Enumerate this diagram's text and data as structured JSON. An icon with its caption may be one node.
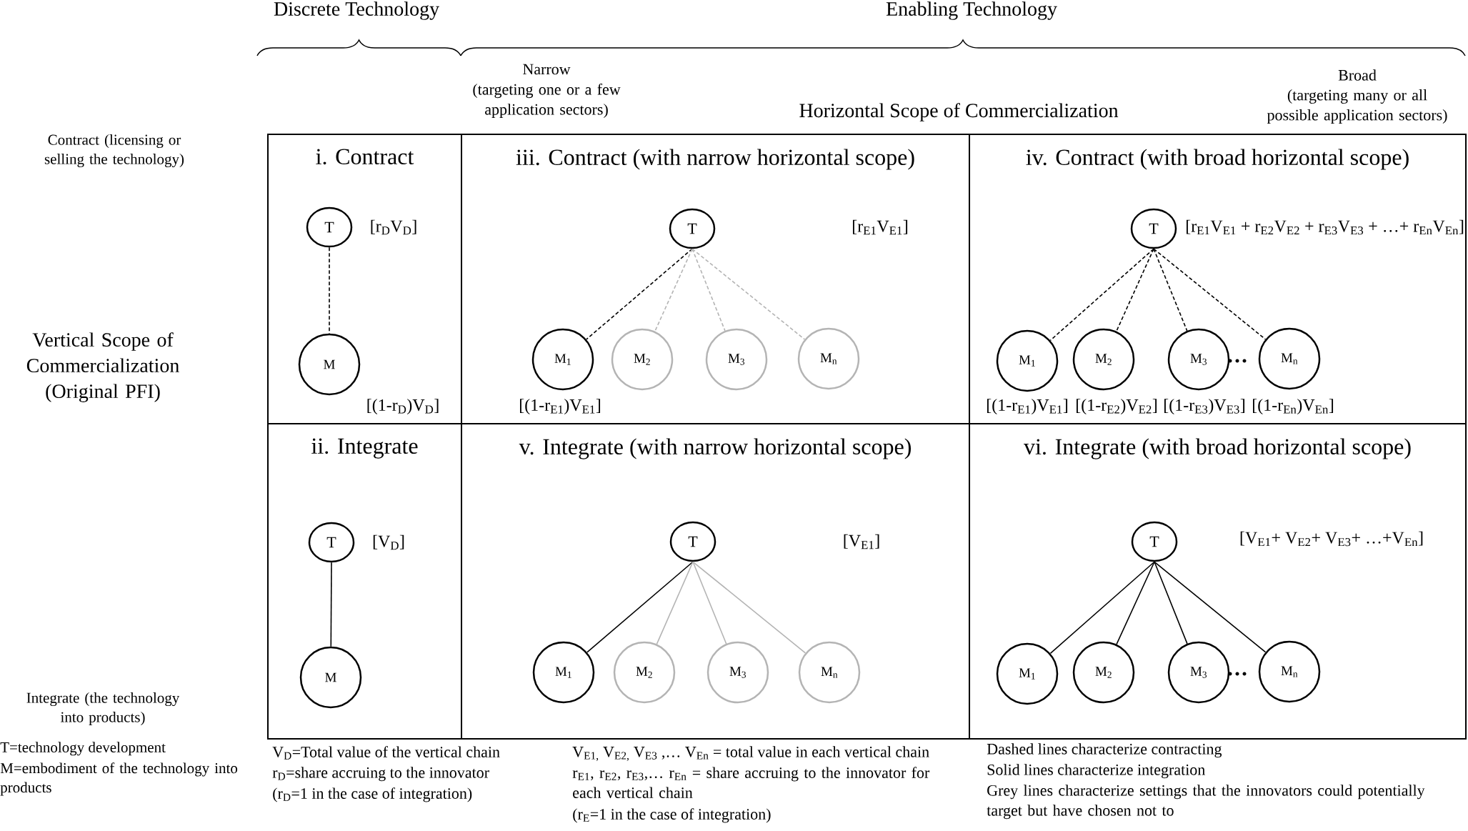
{
  "diagram": {
    "nodes": [
      {
        "text": [
          "i. Contract"
        ]
      },
      {
        "text": [
          "T"
        ],
        "in": 0,
        "beside": [
          "[r$_{D}$V$_{D}$]"
        ]
      },
      {
        "text": [
          "M"
        ],
        "in": 0,
        "beside": [
          "[(1-r$_{D}$)V$_{D}$]"
        ]
      },
      {
        "text": [
          "iii. Contract (with narrow horizontal scope)"
        ]
      },
      {
        "text": [
          "T"
        ],
        "in": 3
      },
      {
        "text": [
          "M$_{1}$"
        ],
        "in": 3,
        "beside": [
          "[(1-r$_{E1}$)V$_{E1}$]"
        ]
      },
      {
        "text": [
          "M$_{2}$"
        ],
        "in": 3
      },
      {
        "text": [
          "M$_{3}$"
        ],
        "in": 3
      },
      {
        "text": [
          "M$_{n}$"
        ],
        "in": 3
      },
      {
        "text": [
          "iv. Contract (with broad horizontal scope)"
        ]
      },
      {
        "text": [
          "T"
        ],
        "in": 9,
        "beside": [
          "[r$_{E1}$V$_{E1}$ + r$_{E2}$V$_{E2}$ + r$_{E3}$V$_{E3}$ + …+ r$_{En}$V$_{En}$]"
        ]
      },
      {
        "text": [
          "M$_{1}$"
        ],
        "in": 9,
        "beside": [
          "[(1-r$_{E1}$)V$_{E1}$]"
        ]
      },
      {
        "text": [
          "M$_{2}$"
        ],
        "in": 9,
        "beside": [
          "[(1-r$_{E2}$)V$_{E2}$]"
        ]
      },
      {
        "text": [
          "M$_{3}$"
        ],
        "in": 9,
        "beside": [
          "[(1-r$_{E3}$)V$_{E3}$]"
        ]
      },
      {
        "text": [
          "M$_{n}$"
        ],
        "in": 9,
        "beside": [
          "[(1-r$_{En}$)V$_{En}$]"
        ]
      },
      {
        "text": [
          "ii. Integrate"
        ]
      },
      {
        "text": [
          "T"
        ],
        "in": 15,
        "beside": [
          "[V$_{D}$]"
        ]
      },
      {
        "text": [
          "M"
        ],
        "in": 15
      },
      {
        "text": [
          "v. Integrate (with narrow horizontal scope)"
        ]
      },
      {
        "text": [
          "T"
        ],
        "in": 18
      },
      {
        "text": [
          "M$_{1}$"
        ],
        "in": 18
      },
      {
        "text": [
          "M$_{2}$"
        ],
        "in": 18
      },
      {
        "text": [
          "M$_{3}$"
        ],
        "in": 18
      },
      {
        "text": [
          "M$_{n}$"
        ],
        "in": 18
      },
      {
        "text": [
          "vi. Integrate (with broad horizontal scope)"
        ]
      },
      {
        "text": [
          "T"
        ],
        "in": 24,
        "beside": [
          "[V$_{E1}$+ V$_{E2}$+ V$_{E3}$+ …+V$_{En}$]"
        ]
      },
      {
        "text": [
          "M$_{1}$"
        ],
        "in": 24
      },
      {
        "text": [
          "M$_{2}$"
        ],
        "in": 24
      },
      {
        "text": [
          "M$_{3}$"
        ],
        "in": 24
      },
      {
        "text": [
          "M$_{n}$"
        ],
        "in": 24
      }
    ],
    "edges": [
      {
        "from": 1,
        "to": 2,
        "arrow": "none",
        "style": "dashed"
      },
      {
        "from": 4,
        "to": 5,
        "arrow": "none",
        "style": "dashed"
      },
      {
        "from": 4,
        "to": 6,
        "arrow": "none",
        "style": "dashed",
        "color": "#b4b4b4"
      },
      {
        "from": 4,
        "to": 7,
        "arrow": "none",
        "style": "dashed",
        "color": "#b4b4b4"
      },
      {
        "from": 4,
        "to": 8,
        "arrow": "none",
        "style": "dashed",
        "color": "#b4b4b4"
      },
      {
        "from": 10,
        "to": 11,
        "arrow": "none",
        "style": "dashed"
      },
      {
        "from": 10,
        "to": 12,
        "arrow": "none",
        "style": "dashed"
      },
      {
        "from": 10,
        "to": 13,
        "arrow": "none",
        "style": "dashed"
      },
      {
        "from": 10,
        "to": 14,
        "arrow": "none",
        "style": "dashed"
      },
      {
        "from": 16,
        "to": 17,
        "arrow": "none"
      },
      {
        "from": 19,
        "to": 20,
        "arrow": "none"
      },
      {
        "from": 19,
        "to": 21,
        "arrow": "none",
        "color": "#b4b4b4"
      },
      {
        "from": 19,
        "to": 22,
        "arrow": "none",
        "color": "#b4b4b4"
      },
      {
        "from": 19,
        "to": 23,
        "arrow": "none",
        "color": "#b4b4b4"
      },
      {
        "from": 25,
        "to": 26,
        "arrow": "none"
      },
      {
        "from": 25,
        "to": 27,
        "arrow": "none"
      },
      {
        "from": 25,
        "to": 28,
        "arrow": "none"
      },
      {
        "from": 25,
        "to": 29,
        "arrow": "none"
      }
    ],
    "labels": [
      "Discrete Technology",
      "Enabling Technology",
      "Narrow",
      "(targeting one or a few application sectors)",
      "Broad",
      "(targeting many or all possible application sectors)",
      "Horizontal Scope of Commercialization",
      "Contract (licensing or selling the technology)",
      "[r$_{E1}$V$_{E1}$]",
      "Vertical Scope of Commercialization (Original PFI)",
      "[V$_{E1}$]",
      "Integrate (the technology into products)",
      "T=technology development",
      "M=embodiment of the technology into products",
      "V$_{D}$=Total value of the vertical chain",
      "r$_{D}$=share accruing to the innovator",
      "(r$_{D}$=1 in the case of integration)",
      "V$_{E1,}$ V$_{E2,}$ V$_{E3}$ ,… V$_{En}$ = total value in each vertical chain",
      "r$_{E1}$, r$_{E2}$, r$_{E3}$,… r$_{En}$ = share accruing to the innovator for each vertical chain",
      "(r$_{E}$=1 in the case of integration)",
      "Dashed lines characterize contracting",
      "Solid lines characterize integration",
      "Grey lines characterize settings that the innovators could potentially target but have chosen not to"
    ]
  }
}
